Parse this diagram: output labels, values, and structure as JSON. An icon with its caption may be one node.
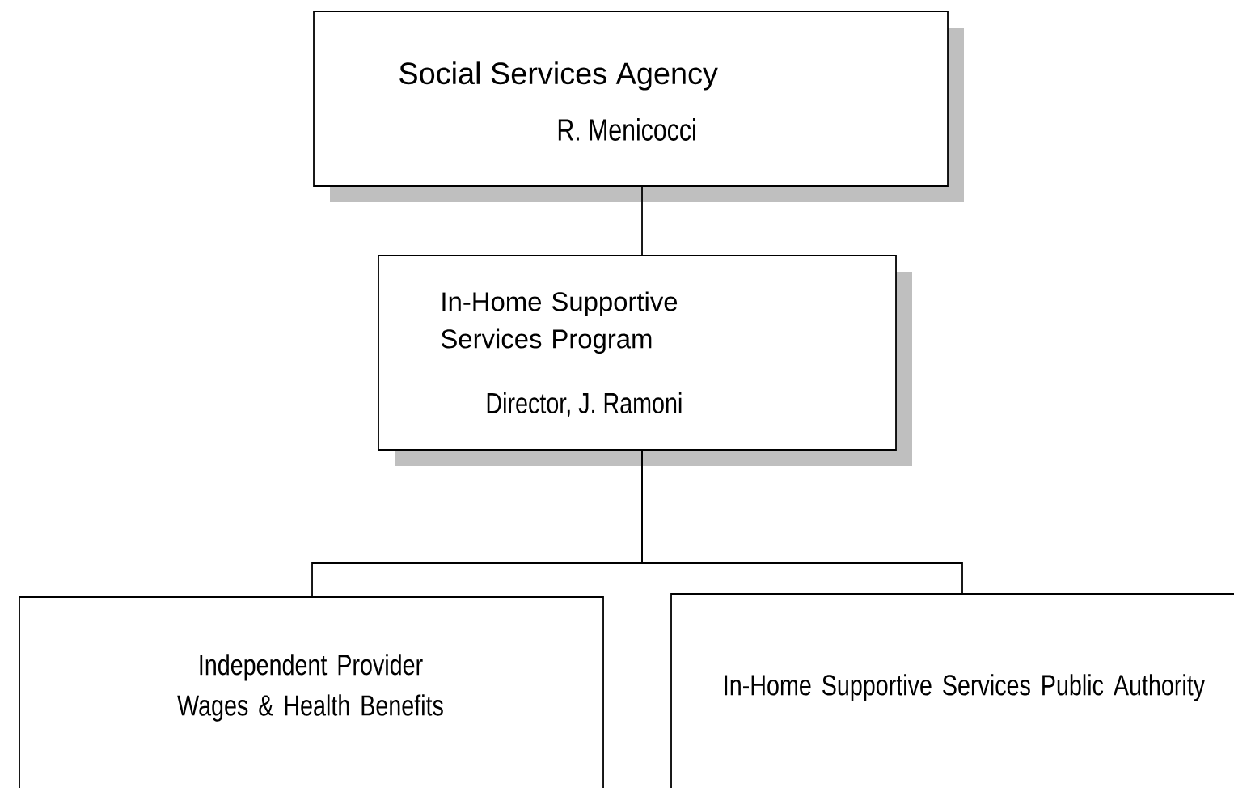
{
  "diagram": {
    "nodes": [
      {
        "text": [
          "Social Services Agency",
          "R. Menicocci"
        ]
      },
      {
        "text": [
          "In-Home Supportive Services Program",
          "Director, J. Ramoni"
        ]
      },
      {
        "text": [
          "Independent Provider Wages & Health Benefits"
        ]
      },
      {
        "text": [
          "In-Home Supportive Services Public Authority"
        ]
      }
    ],
    "edges": [
      {
        "from": 0,
        "to": 1,
        "arrow": "none"
      },
      {
        "from": 1,
        "to": 2,
        "arrow": "none"
      },
      {
        "from": 1,
        "to": 3,
        "arrow": "none"
      }
    ]
  }
}
